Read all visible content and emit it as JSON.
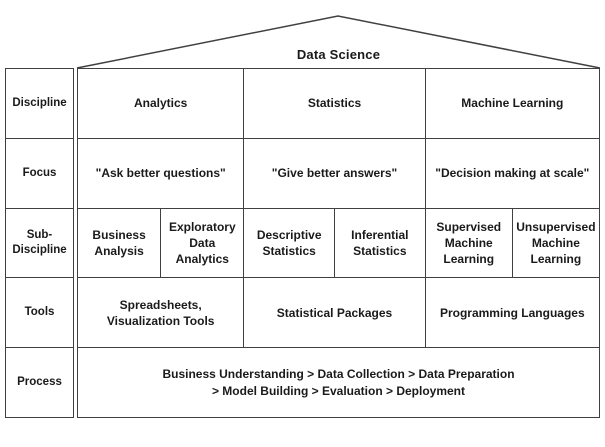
{
  "title": "Data Science",
  "colors": {
    "border": "#404040",
    "text": "#1a1a1a",
    "background": "#ffffff"
  },
  "row_headers": [
    "Discipline",
    "Focus",
    "Sub-\nDiscipline",
    "Tools",
    "Process"
  ],
  "disciplines": [
    "Analytics",
    "Statistics",
    "Machine Learning"
  ],
  "focus_quotes": [
    "\"Ask better questions\"",
    "\"Give better answers\"",
    "\"Decision making at scale\""
  ],
  "sub_disciplines": [
    "Business\nAnalysis",
    "Exploratory\nData Analytics",
    "Descriptive\nStatistics",
    "Inferential\nStatistics",
    "Supervised\nMachine\nLearning",
    "Unsupervised\nMachine\nLearning"
  ],
  "tools": [
    "Spreadsheets,\nVisualization Tools",
    "Statistical Packages",
    "Programming Languages"
  ],
  "process": "Business Understanding > Data Collection > Data Preparation\n> Model Building > Evaluation > Deployment"
}
